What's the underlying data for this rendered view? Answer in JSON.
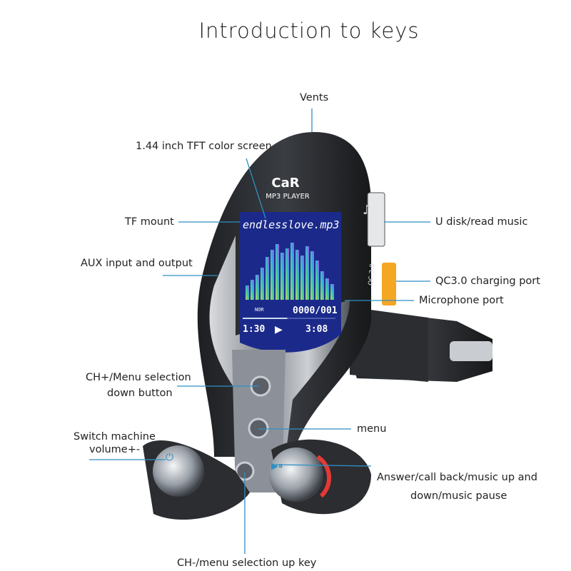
{
  "title": "Introduction to keys",
  "labels": {
    "vents": "Vents",
    "screen": "1.44 inch TFT color screen",
    "tf_mount": "TF mount",
    "aux": "AUX input and output",
    "u_disk": "U disk/read music",
    "qc": "QC3.0 charging port",
    "mic": "Microphone port",
    "ch_plus_1": "CH+/Menu selection",
    "ch_plus_2": "down button",
    "menu": "menu",
    "switch_1": "Switch machine",
    "switch_2": "volume+-",
    "answer_1": "Answer/call back/music up and",
    "answer_2": "down/music pause",
    "ch_minus": "CH-/menu selection up key"
  },
  "device": {
    "brand_1": "CaR",
    "brand_2": "MP3 PLAYER",
    "qc_marking": "QC 3.0",
    "screen": {
      "filename": "endlesslove.mp3",
      "mode": "NOR",
      "track": "0000/001",
      "elapsed": "1:30",
      "total": "3:08",
      "progress": 0.48
    }
  },
  "colors": {
    "leader": "#2f8fc4",
    "screen_bg": "#1b2a8a",
    "body": "#2b2d31"
  }
}
